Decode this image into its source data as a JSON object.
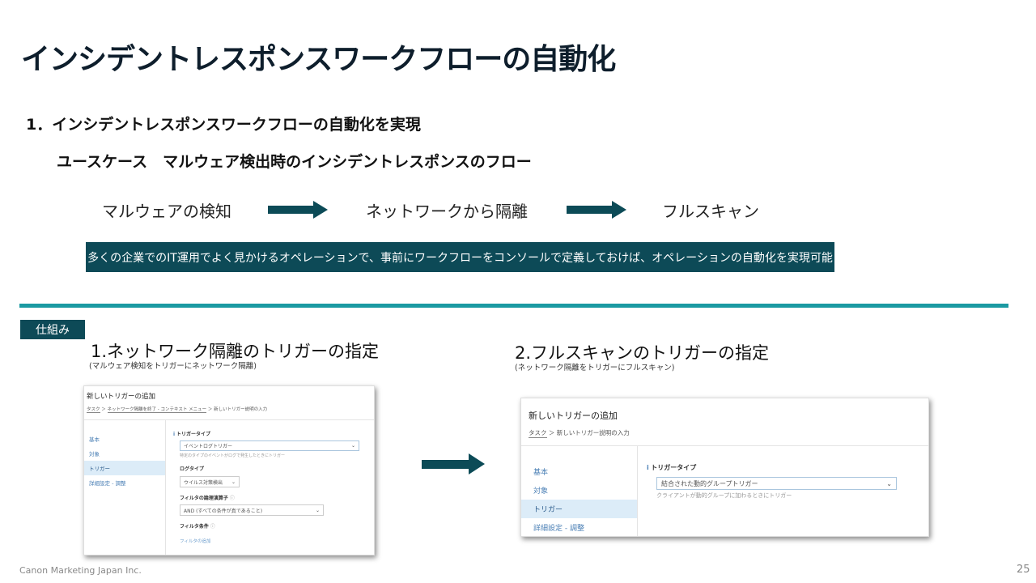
{
  "title": "インシデントレスポンスワークフローの自動化",
  "heading1": "1．インシデントレスポンスワークフローの自動化を実現",
  "heading2": "ユースケース　マルウェア検出時のインシデントレスポンスのフロー",
  "flow": {
    "steps": [
      "マルウェアの検知",
      "ネットワークから隔離",
      "フルスキャン"
    ],
    "arrow_color": "#0c4b57"
  },
  "banner": "多くの企業でのIT運用でよく見かけるオペレーションで、事前にワークフローをコンソールで定義しておけば、オペレーションの自動化を実現可能",
  "colors": {
    "title": "#0e1e2c",
    "accent": "#0d4a57",
    "divider": "#1b9aa2"
  },
  "mechanism_tag": "仕組み",
  "section1": {
    "title": "1.ネットワーク隔離のトリガーの指定",
    "subtitle": "(マルウェア検知をトリガーにネットワーク隔離)",
    "dialog": {
      "title": "新しいトリガーの追加",
      "breadcrumb": [
        "タスク",
        "ネットワーク隔離を終了 - コンテキスト メニュー",
        "新しいトリガー説明の入力"
      ],
      "sidebar": [
        "基本",
        "対象",
        "トリガー",
        "詳細設定 - 調整"
      ],
      "selected": 2,
      "trigger_type_label": "トリガータイプ",
      "trigger_type_value": "イベントログトリガー",
      "trigger_type_help": "特定のタイプのイベントがログで発生したときにトリガー",
      "log_type_label": "ログタイプ",
      "log_type_value": "ウイルス対策検出",
      "filter_operator_label": "フィルタの論理演算子",
      "filter_operator_value": "AND (すべての条件が真であること)",
      "filter_conditions_label": "フィルタ条件",
      "add_filter_link": "フィルタの追加"
    }
  },
  "section2": {
    "title": "2.フルスキャンのトリガーの指定",
    "subtitle": "(ネットワーク隔離をトリガーにフルスキャン)",
    "dialog": {
      "title": "新しいトリガーの追加",
      "breadcrumb": [
        "タスク",
        "新しいトリガー説明の入力"
      ],
      "sidebar": [
        "基本",
        "対象",
        "トリガー",
        "詳細設定 - 調整"
      ],
      "selected": 2,
      "trigger_type_label": "トリガータイプ",
      "trigger_type_value": "結合された動的グループトリガー",
      "trigger_type_help": "クライアントが動的グループに加わるときにトリガー"
    }
  },
  "footer": "Canon Marketing Japan Inc.",
  "page_number": "25"
}
